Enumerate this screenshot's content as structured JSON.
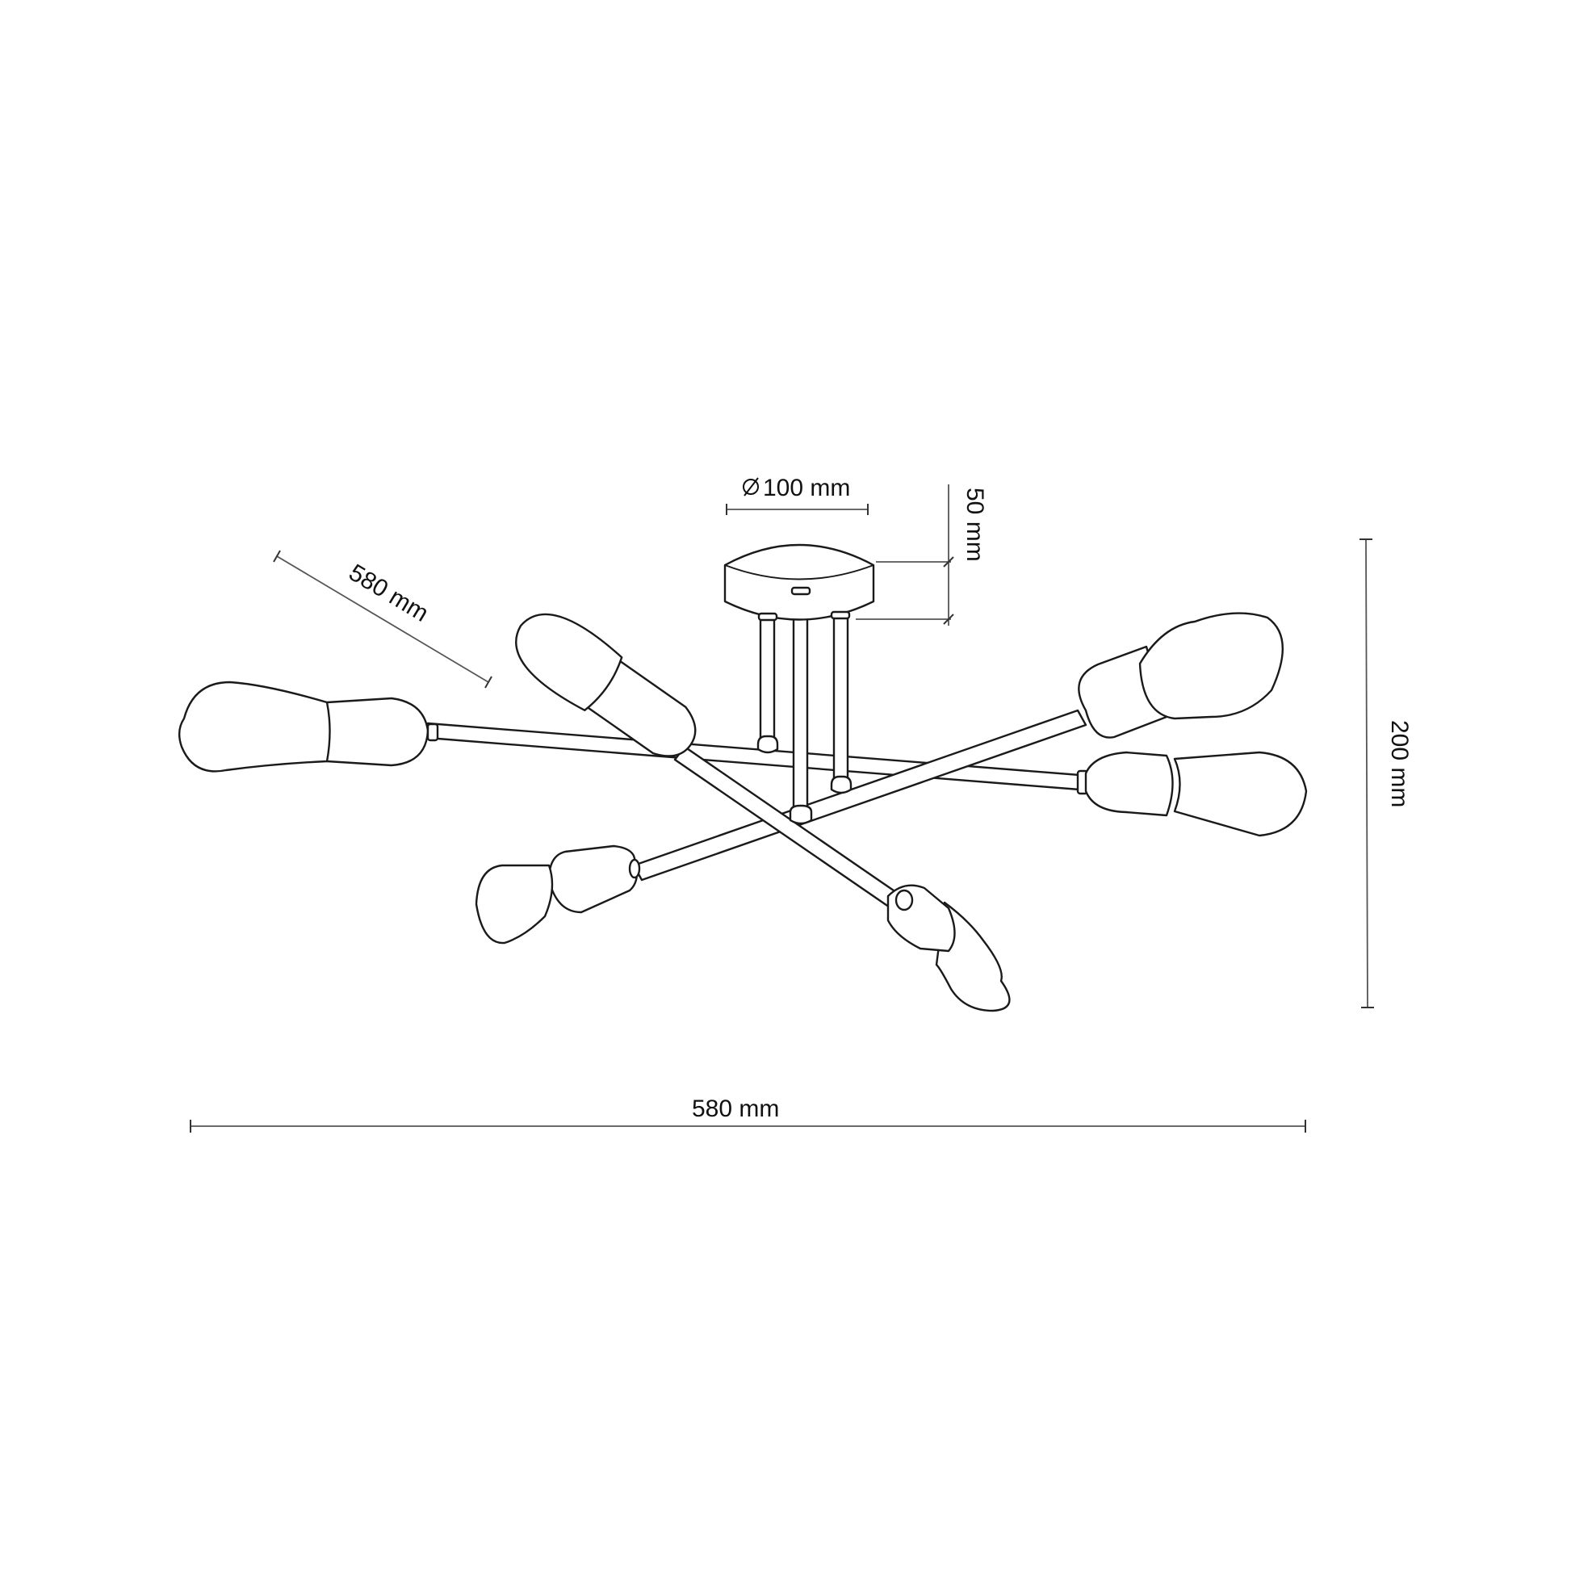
{
  "diagram": {
    "type": "technical dimension drawing",
    "subject": "6-arm ceiling lamp with exposed bulbs",
    "colors": {
      "line": "#1a1a1a",
      "dimension_line": "#555555",
      "background": "#ffffff"
    }
  },
  "dimensions": {
    "canopy_diameter": {
      "symbol": "⌀",
      "label": "100 mm"
    },
    "canopy_height": {
      "label": "50 mm"
    },
    "total_height": {
      "label": "200 mm"
    },
    "total_width": {
      "label": "580 mm"
    },
    "arm_length": {
      "label": "580 mm"
    }
  },
  "components": {
    "canopy_count": 1,
    "support_rods": 3,
    "arms": 3,
    "bulbs": 6
  }
}
